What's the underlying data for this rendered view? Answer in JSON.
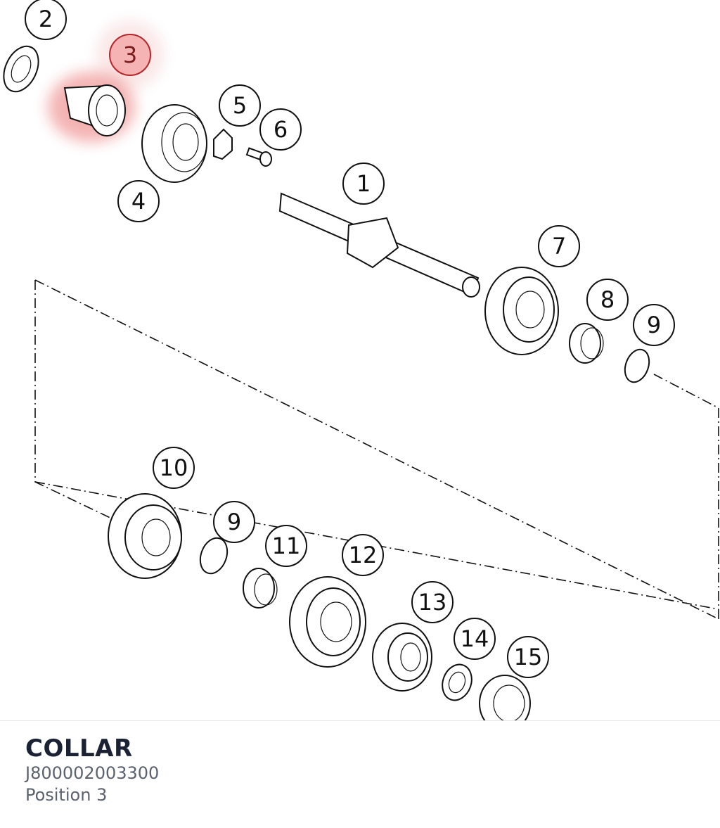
{
  "callouts": [
    {
      "id": "1",
      "label": "1"
    },
    {
      "id": "2",
      "label": "2"
    },
    {
      "id": "3",
      "label": "3",
      "highlighted": true
    },
    {
      "id": "4",
      "label": "4"
    },
    {
      "id": "5",
      "label": "5"
    },
    {
      "id": "6",
      "label": "6"
    },
    {
      "id": "7",
      "label": "7"
    },
    {
      "id": "8",
      "label": "8"
    },
    {
      "id": "9a",
      "label": "9"
    },
    {
      "id": "9b",
      "label": "9"
    },
    {
      "id": "10",
      "label": "10"
    },
    {
      "id": "11",
      "label": "11"
    },
    {
      "id": "12",
      "label": "12"
    },
    {
      "id": "13",
      "label": "13"
    },
    {
      "id": "14",
      "label": "14"
    },
    {
      "id": "15",
      "label": "15"
    }
  ],
  "selected_part": {
    "name": "COLLAR",
    "number": "J800002003300",
    "position": "Position 3"
  },
  "colors": {
    "highlight": "#e02828",
    "title": "#1a2233",
    "subtitle": "#5b6270"
  }
}
